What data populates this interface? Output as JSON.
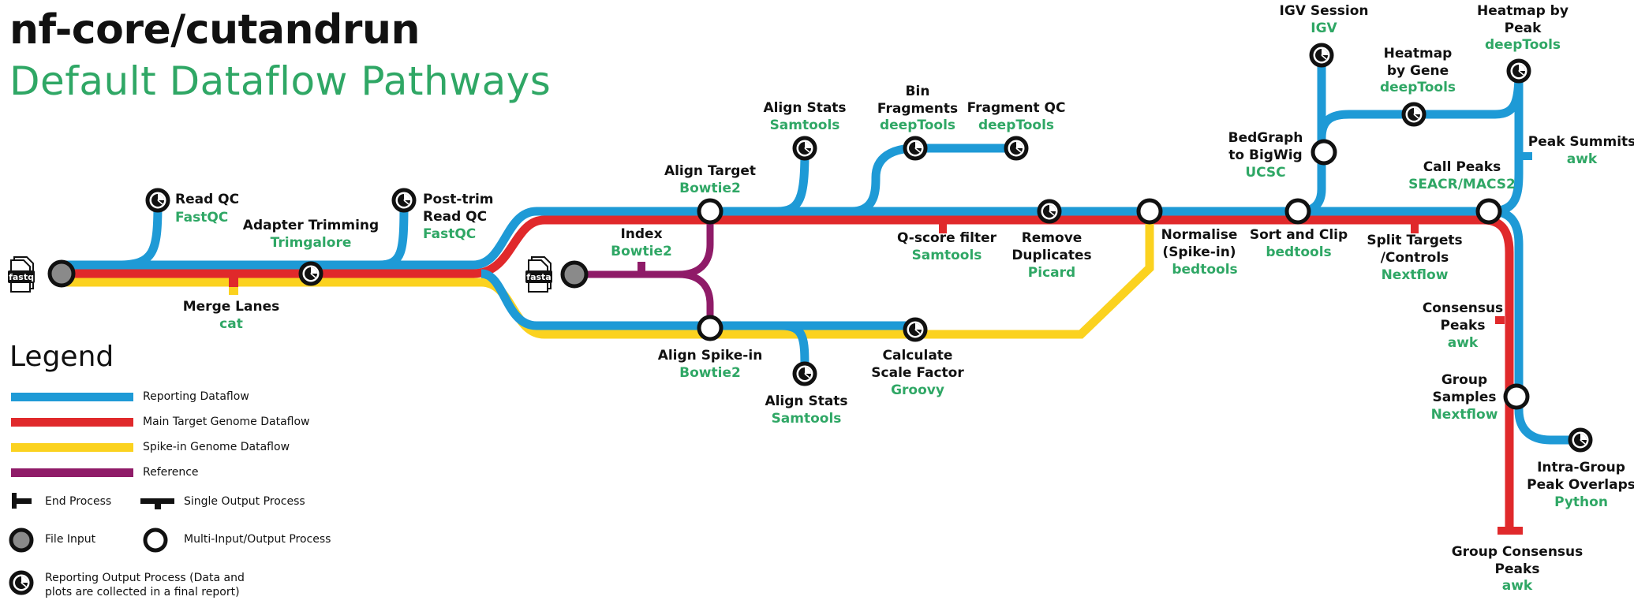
{
  "header": {
    "title": "nf-core/cutandrun",
    "subtitle": "Default Dataflow Pathways"
  },
  "colors": {
    "reporting": "#1e9ad6",
    "main_target": "#e0292b",
    "spike_in": "#fbd21f",
    "reference": "#8f1b68",
    "tool_text": "#2fa765",
    "file_input_fill": "#8a8a8a"
  },
  "inputs": {
    "fastq": "fastq",
    "fasta": "fasta"
  },
  "processes": {
    "read_qc": {
      "name": "Read QC",
      "tool": "FastQC"
    },
    "merge_lanes": {
      "name": "Merge  Lanes",
      "tool": "cat"
    },
    "adapter_trimming": {
      "name": "Adapter Trimming",
      "tool": "Trimgalore"
    },
    "post_trim_qc": {
      "name_line1": "Post-trim",
      "name_line2": "Read QC",
      "tool": "FastQC"
    },
    "index": {
      "name": "Index",
      "tool": "Bowtie2"
    },
    "align_target": {
      "name": "Align Target",
      "tool": "Bowtie2"
    },
    "align_spikein": {
      "name": "Align Spike-in",
      "tool": "Bowtie2"
    },
    "align_stats_top": {
      "name": "Align Stats",
      "tool": "Samtools"
    },
    "align_stats_bottom": {
      "name": "Align Stats",
      "tool": "Samtools"
    },
    "bin_fragments": {
      "name_line1": "Bin",
      "name_line2": "Fragments",
      "tool": "deepTools"
    },
    "fragment_qc": {
      "name": "Fragment QC",
      "tool": "deepTools"
    },
    "qscore_filter": {
      "name": "Q-score filter",
      "tool": "Samtools"
    },
    "remove_duplicates": {
      "name_line1": "Remove",
      "name_line2": "Duplicates",
      "tool": "Picard"
    },
    "calc_scale_factor": {
      "name_line1": "Calculate",
      "name_line2": "Scale Factor",
      "tool": "Groovy"
    },
    "normalise": {
      "name_line1": "Normalise",
      "name_line2": "(Spike-in)",
      "tool": "bedtools"
    },
    "sort_clip": {
      "name": "Sort and Clip",
      "tool": "bedtools"
    },
    "bedgraph_bigwig": {
      "name_line1": "BedGraph",
      "name_line2": "to BigWig",
      "tool": "UCSC"
    },
    "igv_session": {
      "name": "IGV Session",
      "tool": "IGV"
    },
    "heatmap_gene": {
      "name_line1": "Heatmap",
      "name_line2": "by Gene",
      "tool": "deepTools"
    },
    "heatmap_peak": {
      "name_line1": "Heatmap by",
      "name_line2": "Peak",
      "tool": "deepTools"
    },
    "peak_summits": {
      "name": "Peak Summits",
      "tool": "awk"
    },
    "call_peaks": {
      "name": "Call Peaks",
      "tool": "SEACR/MACS2"
    },
    "split_targets": {
      "name_line1": "Split Targets",
      "name_line2": "/Controls",
      "tool": "Nextflow"
    },
    "consensus_peaks": {
      "name_line1": "Consensus",
      "name_line2": "Peaks",
      "tool": "awk"
    },
    "group_samples": {
      "name_line1": "Group",
      "name_line2": "Samples",
      "tool": "Nextflow"
    },
    "intra_group_overlaps": {
      "name_line1": "Intra-Group",
      "name_line2": "Peak Overlaps",
      "tool": "Python"
    },
    "group_consensus_peaks": {
      "name_line1": "Group Consensus",
      "name_line2": "Peaks",
      "tool": "awk"
    }
  },
  "legend": {
    "title": "Legend",
    "lines": [
      {
        "label": "Reporting Dataflow",
        "color": "#1e9ad6"
      },
      {
        "label": "Main Target Genome Dataflow",
        "color": "#e0292b"
      },
      {
        "label": "Spike-in Genome Dataflow",
        "color": "#fbd21f"
      },
      {
        "label": "Reference",
        "color": "#8f1b68"
      }
    ],
    "end_process": "End Process",
    "single_output": "Single Output Process",
    "file_input": "File Input",
    "multi_io": "Multi-Input/Output Process",
    "reporting_output_line1": "Reporting Output Process (Data and",
    "reporting_output_line2": "plots are collected in a final report)"
  }
}
